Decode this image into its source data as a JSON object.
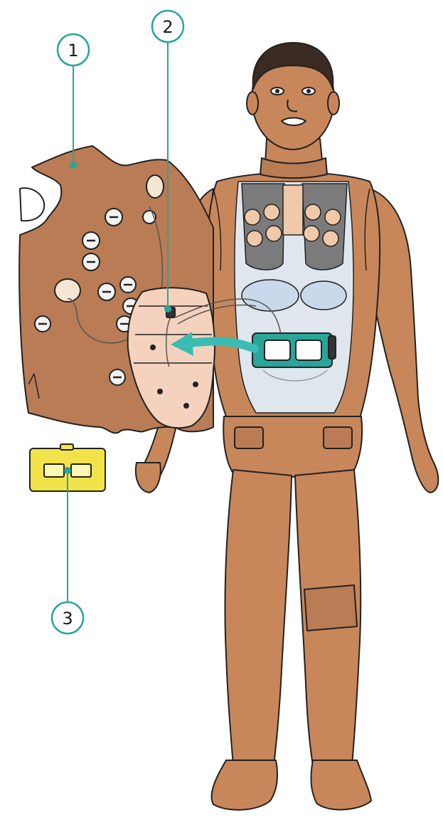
{
  "callouts": [
    {
      "id": "1",
      "label": "1",
      "target": "skin-panel"
    },
    {
      "id": "2",
      "label": "2",
      "target": "chest-module-plate"
    },
    {
      "id": "3",
      "label": "3",
      "target": "battery-pack"
    }
  ],
  "colors": {
    "skin": "#c8875a",
    "skin_shadow": "#a8683f",
    "skin_panel": "#b97c55",
    "outline": "#222222",
    "callout_ring": "#2aa59a",
    "arrow": "#3bbcb3",
    "lung_gray": "#7b7b7b",
    "battery_yellow": "#f2e34a",
    "module_plate": "#f4d2bd",
    "hair": "#3a2c22"
  }
}
